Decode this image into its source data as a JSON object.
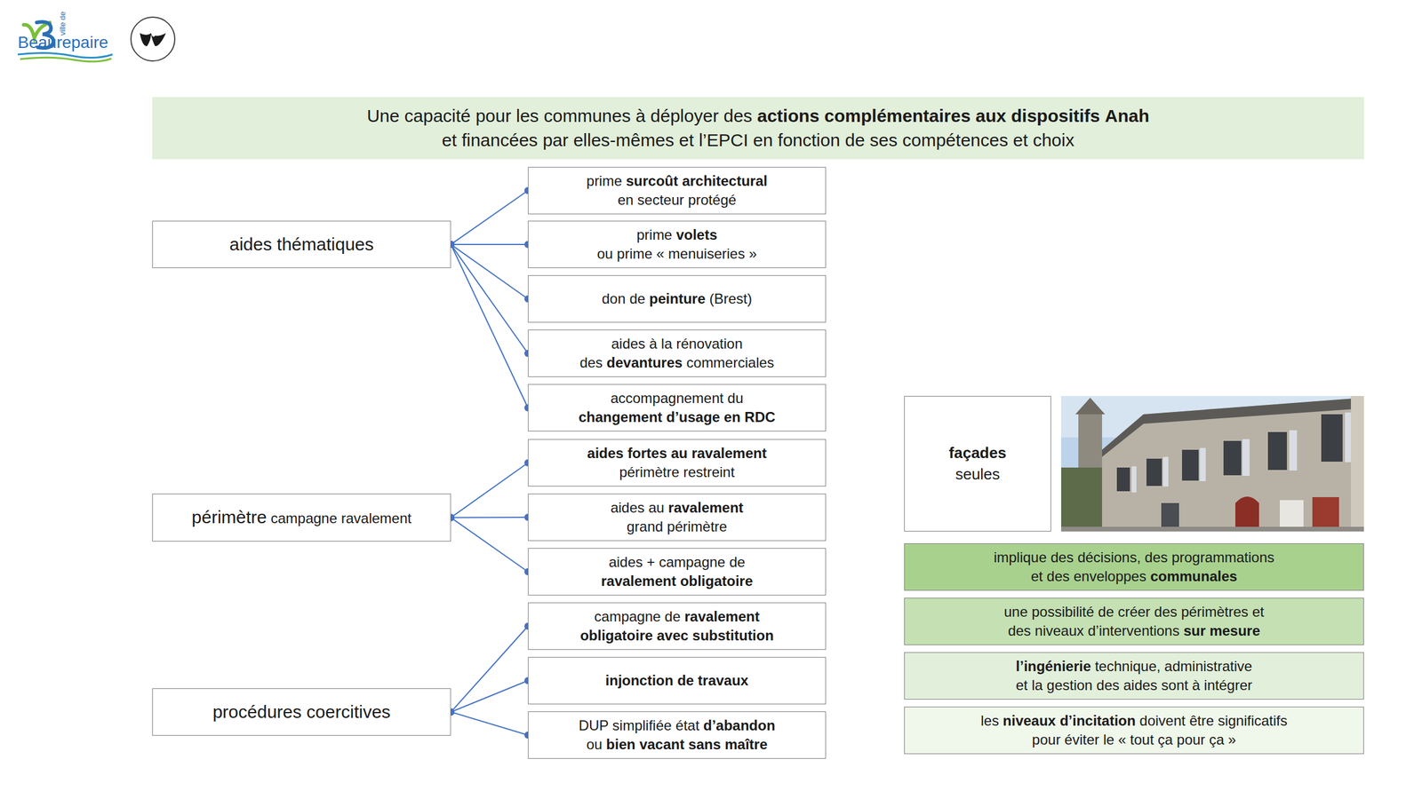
{
  "diagram": {
    "nodes": [
      {
        "text": [
          "Une capacité pour les communes à déployer des actions complémentaires aux dispositifs Anah et financées par elles-mêmes et l’EPCI en fonction de ses compétences et choix"
        ]
      },
      {
        "text": [
          "aides thématiques"
        ]
      },
      {
        "text": [
          "prime surcoût architectural en secteur protégé"
        ]
      },
      {
        "text": [
          "prime volets ou prime « menuiseries »"
        ]
      },
      {
        "text": [
          "don de peinture (Brest)"
        ]
      },
      {
        "text": [
          "aides à la rénovation des devantures commerciales"
        ]
      },
      {
        "text": [
          "accompagnement du changement d’usage en RDC"
        ]
      },
      {
        "text": [
          "périmètre campagne ravalement"
        ]
      },
      {
        "text": [
          "aides fortes au ravalement périmètre restreint"
        ]
      },
      {
        "text": [
          "aides au ravalement grand périmètre"
        ]
      },
      {
        "text": [
          "aides + campagne de ravalement obligatoire"
        ]
      },
      {
        "text": [
          "procédures coercitives"
        ]
      },
      {
        "text": [
          "campagne de ravalement obligatoire avec substitution"
        ]
      },
      {
        "text": [
          "injonction de travaux"
        ]
      },
      {
        "text": [
          "DUP simplifiée état d’abandon ou bien vacant sans maître"
        ]
      },
      {
        "text": [
          "façades seules"
        ]
      },
      {
        "text": [
          "implique des décisions, des programmations et des enveloppes communales"
        ]
      },
      {
        "text": [
          "une possibilité de créer des périmètres et des niveaux d’interventions sur mesure"
        ]
      },
      {
        "text": [
          "l’ingénierie technique, administrative et la gestion des aides sont à intégrer"
        ]
      },
      {
        "text": [
          "les niveaux d’incitation doivent être significatifs pour éviter le « tout ça pour ça »"
        ]
      }
    ],
    "edges": [
      {
        "from": 1,
        "to": 2,
        "arrow": "none"
      },
      {
        "from": 1,
        "to": 3,
        "arrow": "none"
      },
      {
        "from": 1,
        "to": 4,
        "arrow": "none"
      },
      {
        "from": 1,
        "to": 5,
        "arrow": "none"
      },
      {
        "from": 1,
        "to": 6,
        "arrow": "none"
      },
      {
        "from": 7,
        "to": 8,
        "arrow": "none"
      },
      {
        "from": 7,
        "to": 9,
        "arrow": "none"
      },
      {
        "from": 7,
        "to": 10,
        "arrow": "none"
      },
      {
        "from": 11,
        "to": 12,
        "arrow": "none"
      },
      {
        "from": 11,
        "to": 13,
        "arrow": "none"
      },
      {
        "from": 11,
        "to": 14,
        "arrow": "none"
      }
    ],
    "labels": [
      "ville de",
      "Beaurepaire"
    ]
  }
}
